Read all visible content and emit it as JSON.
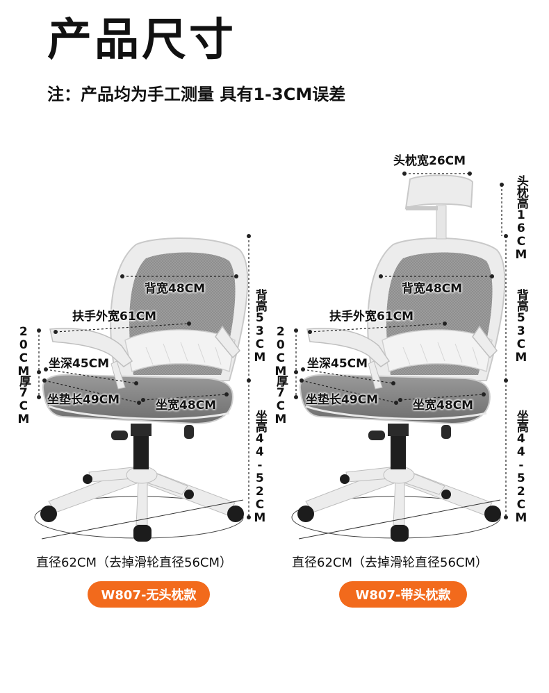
{
  "header": {
    "title": "产品尺寸",
    "note": "注：产品均为手工测量 具有1-3CM误差"
  },
  "models": [
    {
      "name": "W807-无头枕款",
      "back_width": "背宽48CM",
      "armrest_width": "扶手外宽61CM",
      "seat_depth": "坐深45CM",
      "cushion_length": "坐垫长49CM",
      "seat_width": "坐宽48CM",
      "back_height": "背高53CM",
      "seat_height": "坐高44-52CM",
      "armrest_height": "20CM",
      "cushion_thickness": "厚7CM",
      "diameter": "直径62CM（去掉滑轮直径56CM）"
    },
    {
      "name": "W807-带头枕款",
      "headrest_width": "头枕宽26CM",
      "headrest_height": "头枕高16CM",
      "back_width": "背宽48CM",
      "armrest_width": "扶手外宽61CM",
      "seat_depth": "坐深45CM",
      "cushion_length": "坐垫长49CM",
      "seat_width": "坐宽48CM",
      "back_height": "背高53CM",
      "seat_height": "坐高44-52CM",
      "armrest_height": "20CM",
      "cushion_thickness": "厚7CM",
      "diameter": "直径62CM（去掉滑轮直径56CM）"
    }
  ],
  "colors": {
    "accent": "#f26a1c",
    "frame": "#e9e9e9",
    "mesh": "#8e8e8e",
    "text": "#111111"
  }
}
